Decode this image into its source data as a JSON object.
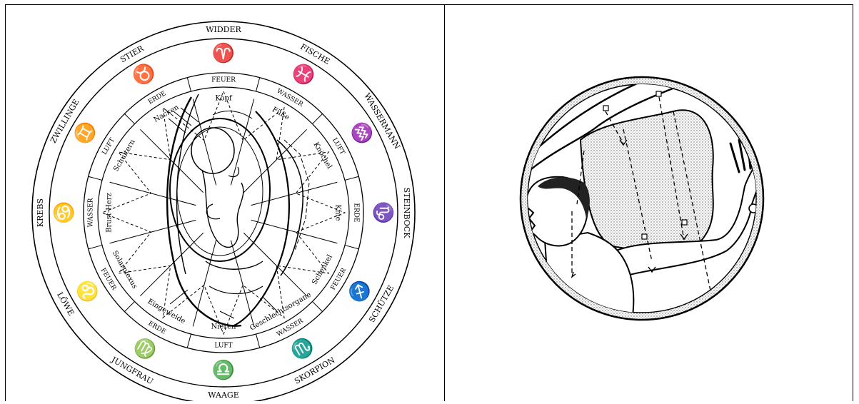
{
  "zodiac_signs": [
    {
      "name": "WIDDER",
      "glyph": "♈"
    },
    {
      "name": "FISCHE",
      "glyph": "♓"
    },
    {
      "name": "WASSERMANN",
      "glyph": "♒"
    },
    {
      "name": "STEINBOCK",
      "glyph": "♑"
    },
    {
      "name": "SCHÜTZE",
      "glyph": "♐"
    },
    {
      "name": "SKORPION",
      "glyph": "♏"
    },
    {
      "name": "WAAGE",
      "glyph": "♎"
    },
    {
      "name": "JUNGFRAU",
      "glyph": "♍"
    },
    {
      "name": "LÖWE",
      "glyph": "♌"
    },
    {
      "name": "KREBS",
      "glyph": "♋"
    },
    {
      "name": "ZWILLINGE",
      "glyph": "♊"
    },
    {
      "name": "STIER",
      "glyph": "♉"
    }
  ],
  "elements": [
    "FEUER",
    "WASSER",
    "LUFT",
    "ERDE",
    "FEUER",
    "WASSER",
    "LUFT",
    "ERDE",
    "FEUER",
    "WASSER",
    "LUFT",
    "ERDE"
  ],
  "body_parts": [
    "Kopf",
    "Füße",
    "Knöchel",
    "Knie",
    "Schenkel",
    "Geschlechtsorgane",
    "Nieren",
    "Eingeweide",
    "Solarplexus",
    "Brust-Herz",
    "Schultern",
    "Nacken"
  ]
}
